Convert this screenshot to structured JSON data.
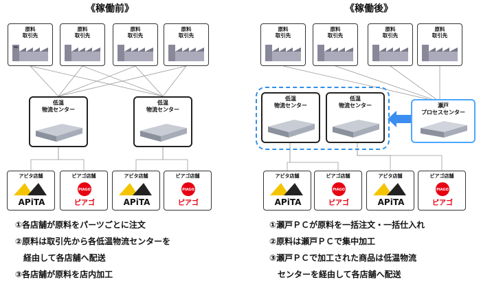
{
  "before": {
    "heading": "《稼働前》",
    "supplier_label": "原料\n取引先",
    "center_label": "低温\n物流センター",
    "apita_label": "アピタ店舗",
    "piago_label": "ピアゴ店舗",
    "notes": [
      "①各店舗が原料をパーツごとに注文",
      "②原料は取引先から各低温物流センターを",
      "　経由して各店舗へ配送",
      "③各店舗が原料を店内加工"
    ]
  },
  "after": {
    "heading": "《稼働後》",
    "supplier_label": "原料\n取引先",
    "center_label": "低温\n物流センター",
    "pc_label": "瀬戸\nプロセスセンター",
    "apita_label": "アピタ店舗",
    "piago_label": "ピアゴ店舗",
    "notes": [
      "①瀬戸ＰＣが原料を一括注文・一括仕入れ",
      "②原料は瀬戸ＰＣで集中加工",
      "③瀬戸ＰＣで加工された商品は低温物流",
      "　センターを経由して各店舗へ配送"
    ]
  },
  "logos": {
    "apita": "APiTA",
    "piago_badge": "PIAGO",
    "piago": "ピアゴ"
  },
  "colors": {
    "accent_blue": "#2f8fe8",
    "arrow_blue": "#3b8ef0",
    "apita_yellow": "#f5c400",
    "piago_red": "#e60012"
  }
}
